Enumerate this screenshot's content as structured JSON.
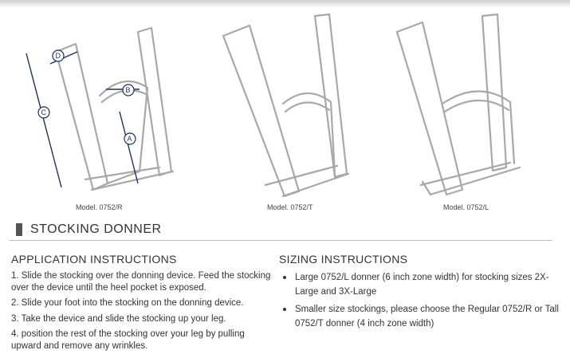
{
  "figures": [
    {
      "caption": "Model. 0752/R",
      "dimension_labels": [
        "D",
        "C",
        "B",
        "A"
      ]
    },
    {
      "caption": "Model. 0752/T"
    },
    {
      "caption": "Model. 0752/L"
    }
  ],
  "section_title": "STOCKING DONNER",
  "application": {
    "heading": "APPLICATION INSTRUCTIONS",
    "steps": [
      "1.  Slide the stocking over the donning device. Feed the stocking over the device until the heel pocket is exposed.",
      "2.  Slide your foot into the stocking on the donning device.",
      "3.  Take the device and slide the stocking up your leg.",
      "4.  position the rest of the stocking over your leg by pulling upward and remove any wrinkles."
    ]
  },
  "sizing": {
    "heading": "SIZING INSTRUCTIONS",
    "items": [
      "Large 0752/L donner (6 inch zone width) for stocking sizes 2X-Large and 3X-Large",
      "Smaller size stockings, please choose the Regular 0752/R or Tall 0752/T donner (4 inch zone width)"
    ]
  }
}
